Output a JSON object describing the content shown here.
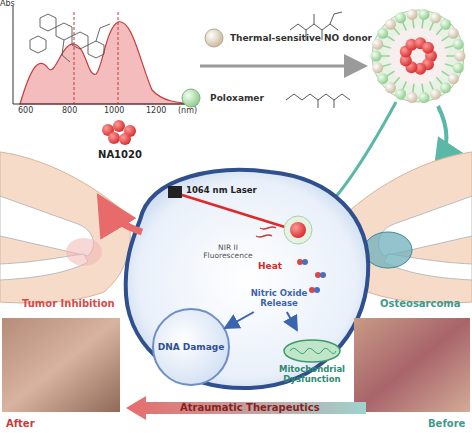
{
  "diagram": {
    "nodes": [
      {
        "text": [
          "NA1020"
        ]
      },
      {
        "text": [
          "Thermal-sensitive NO donor"
        ]
      },
      {
        "text": [
          "Poloxamer"
        ]
      },
      {
        "text": [
          "Nitric Oxide Release"
        ]
      },
      {
        "text": [
          "DNA Damage"
        ]
      },
      {
        "text": [
          "Mitochondrial Dysfunction"
        ]
      }
    ],
    "edges": [
      {
        "from": 3,
        "to": 4,
        "arrow": "to"
      },
      {
        "from": 3,
        "to": 5,
        "arrow": "to"
      }
    ],
    "labels": [
      "Abs",
      "600",
      "800",
      "1000",
      "1200",
      "(nm)",
      "1064 nm Laser",
      "NIR II Fluorescence",
      "Heat",
      "Tumor Inhibition",
      "Osteosarcoma",
      "After",
      "Before",
      "Atraumatic Therapeutics"
    ]
  }
}
